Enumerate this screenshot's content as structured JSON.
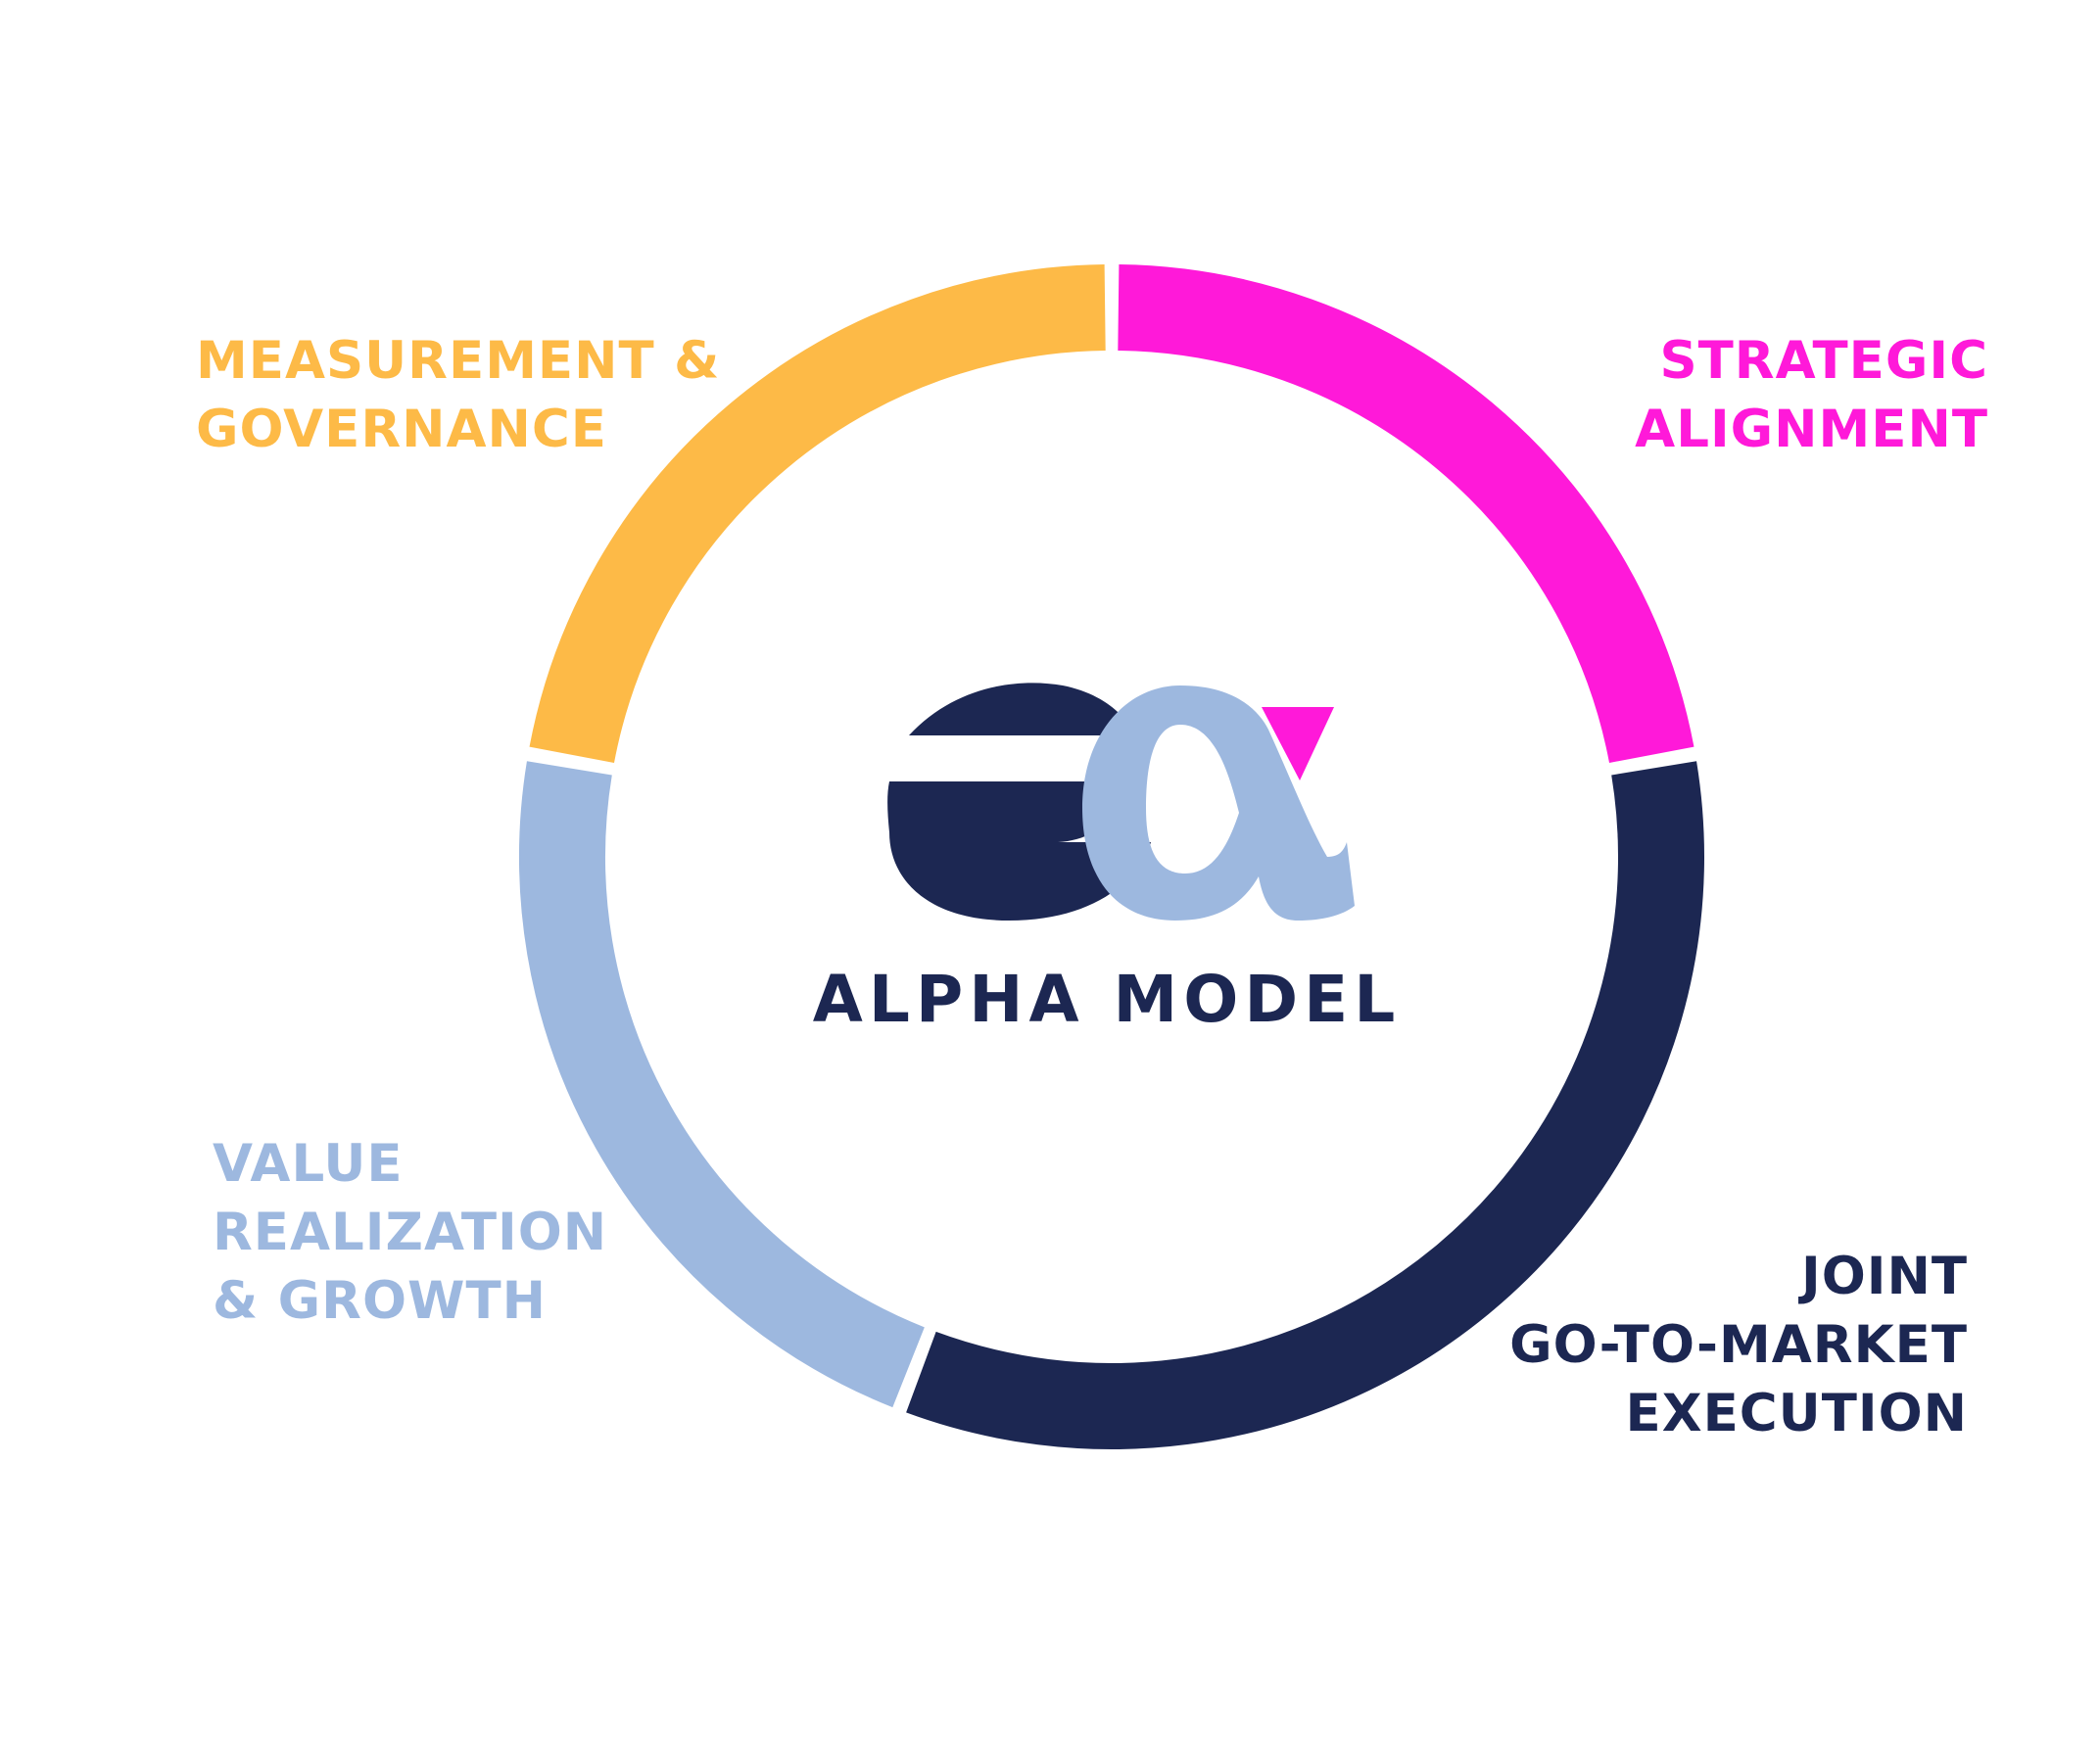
{
  "diagram": {
    "center_title": "ALPHA MODEL",
    "segments": [
      {
        "id": "strategic-alignment",
        "lines": [
          "STRATEGIC",
          "ALIGNMENT"
        ],
        "color": "#ff19d9"
      },
      {
        "id": "joint-go-to-market-execution",
        "lines": [
          "JOINT",
          "GO-TO-MARKET",
          "EXECUTION"
        ],
        "color": "#1c2752"
      },
      {
        "id": "value-realization-growth",
        "lines": [
          "VALUE",
          "REALIZATION",
          "& GROWTH"
        ],
        "color": "#9db8df"
      },
      {
        "id": "measurement-governance",
        "lines": [
          "MEASUREMENT &",
          "GOVERNANCE"
        ],
        "color": "#fdba47"
      }
    ],
    "logo": {
      "glyphs": "eα",
      "colors": {
        "e": "#1c2752",
        "alpha": "#9db8df",
        "triangle": "#ff19d9"
      }
    }
  }
}
